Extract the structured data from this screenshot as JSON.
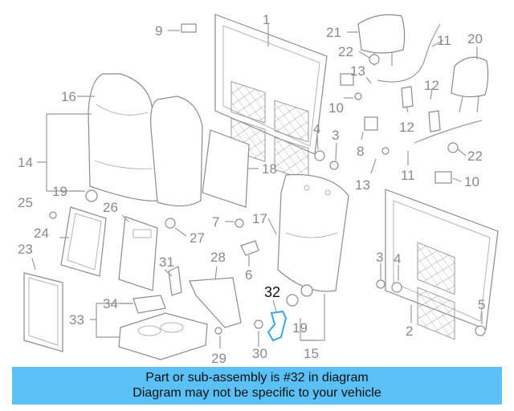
{
  "callouts": {
    "c1": "1",
    "c2": "2",
    "c3a": "3",
    "c3b": "3",
    "c4a": "4",
    "c4b": "4",
    "c5": "5",
    "c6": "6",
    "c7": "7",
    "c8": "8",
    "c9": "9",
    "c10a": "10",
    "c10b": "10",
    "c11a": "11",
    "c11b": "11",
    "c12a": "12",
    "c12b": "12",
    "c13a": "13",
    "c13b": "13",
    "c14": "14",
    "c15": "15",
    "c16": "16",
    "c17": "17",
    "c18": "18",
    "c19a": "19",
    "c19b": "19",
    "c20": "20",
    "c21": "21",
    "c22a": "22",
    "c22b": "22",
    "c23": "23",
    "c24": "24",
    "c25": "25",
    "c26": "26",
    "c27": "27",
    "c28": "28",
    "c29": "29",
    "c30": "30",
    "c31": "31",
    "c32": "32",
    "c33": "33",
    "c34": "34"
  },
  "highlight_color": "#3aa7e8",
  "banner": {
    "line1": "Part or sub-assembly is #32 in diagram",
    "line2": "Diagram may not be specific to your vehicle",
    "background": "#5bc0f5"
  }
}
